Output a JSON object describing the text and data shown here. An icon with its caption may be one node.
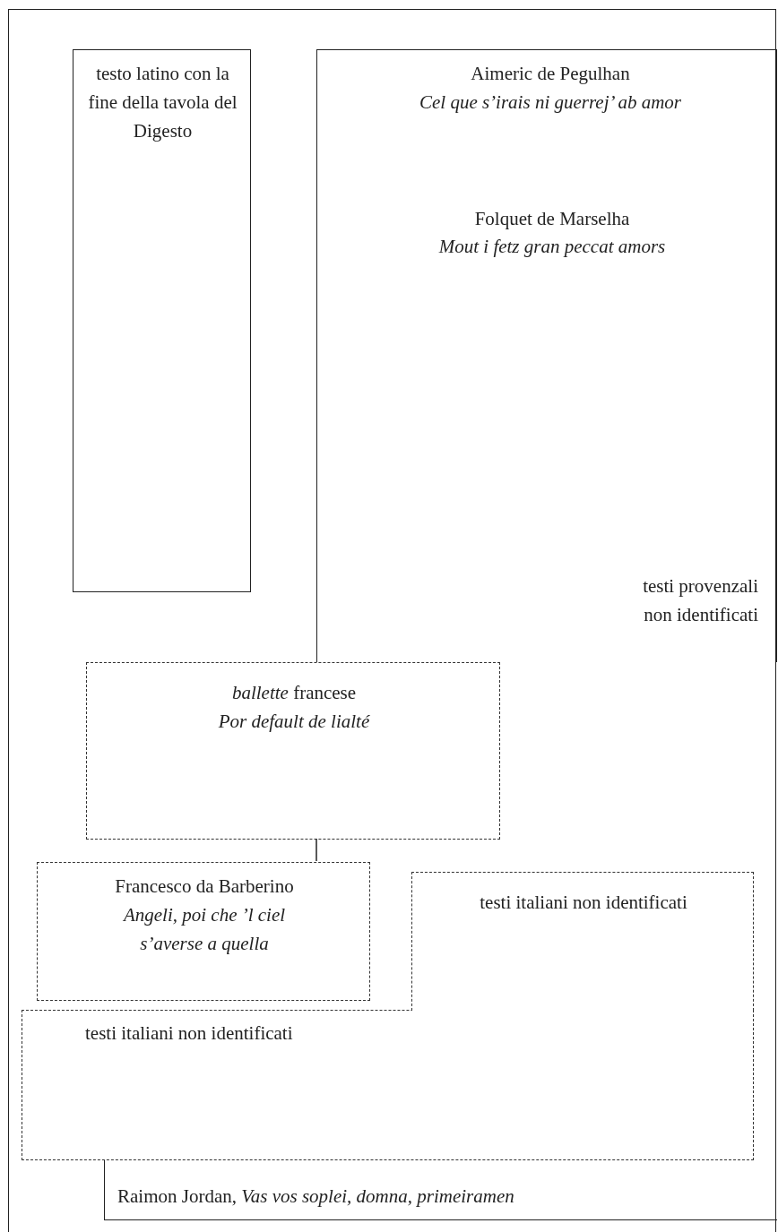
{
  "diagram": {
    "nodes": [
      {
        "text": [],
        "shape": "box"
      },
      {
        "text": [
          "testo latino con la fine della tavola del Digesto"
        ],
        "in": 0
      },
      {
        "text": [
          "Aimeric de Pegulhan",
          "Cel que s’irais ni guerrej’ ab amor",
          "Folquet de Marselha",
          "Mout i fetz gran peccat amors",
          "testi provenzali non identificati"
        ],
        "in": 0
      },
      {
        "text": [
          "*ballette* francese",
          "Por default de lialté"
        ],
        "in": 0
      },
      {
        "text": [
          "Francesco da Barberino",
          "Angeli, poi che ’l ciel s’averse a quella"
        ],
        "in": 0
      },
      {
        "text": [
          "testi italiani non identificati"
        ],
        "in": 0
      },
      {
        "text": [
          "testi italiani non identificati"
        ],
        "in": 0
      },
      {
        "text": [
          "Raimon Jordan, *Vas vos soplei, domna, primeiramen*"
        ],
        "in": 0
      }
    ],
    "edges": [
      {
        "from": 3,
        "to": 4,
        "arrow": "none"
      }
    ]
  }
}
